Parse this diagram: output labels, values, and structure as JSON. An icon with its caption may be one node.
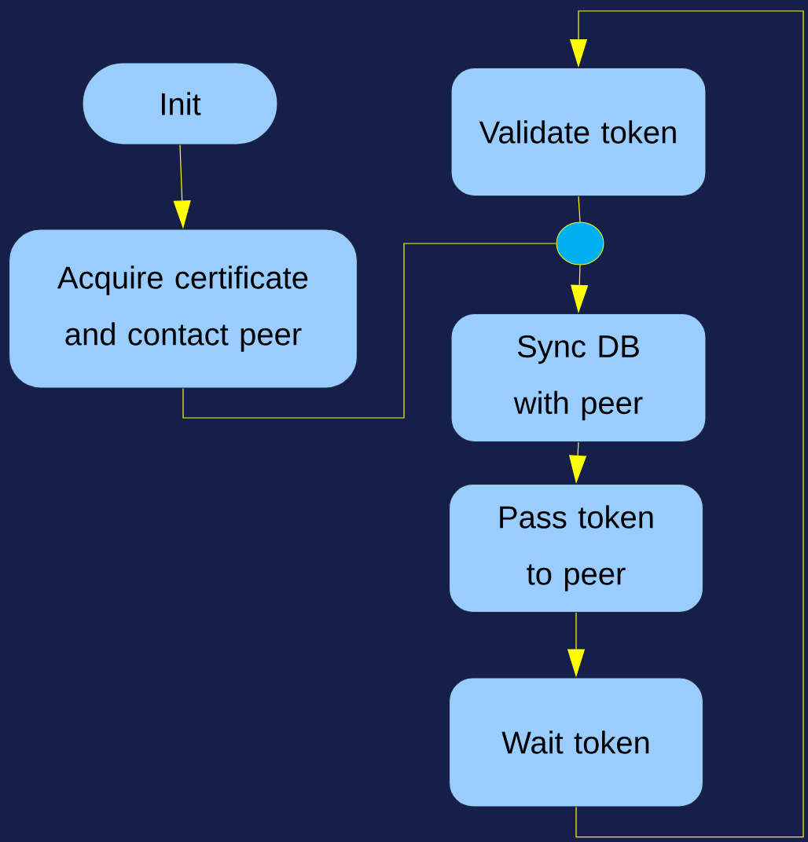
{
  "diagram": {
    "nodes": [
      {
        "text": [
          "Init"
        ]
      },
      {
        "text": [
          "Acquire certificate and contact peer"
        ]
      },
      {
        "text": [
          "Validate token"
        ]
      },
      {
        "text": [],
        "shape": "circle"
      },
      {
        "text": [
          "Sync DB with peer"
        ]
      },
      {
        "text": [
          "Pass token to peer"
        ]
      },
      {
        "text": [
          "Wait token"
        ]
      }
    ],
    "edges": [
      {
        "from": 0,
        "to": 1,
        "arrow": "to"
      },
      {
        "from": 1,
        "to": 3,
        "arrow": "none"
      },
      {
        "from": 2,
        "to": 3,
        "arrow": "none"
      },
      {
        "from": 3,
        "to": 4,
        "arrow": "to"
      },
      {
        "from": 4,
        "to": 5,
        "arrow": "to"
      },
      {
        "from": 5,
        "to": 6,
        "arrow": "to"
      },
      {
        "from": 6,
        "to": 2,
        "arrow": "to"
      }
    ]
  }
}
